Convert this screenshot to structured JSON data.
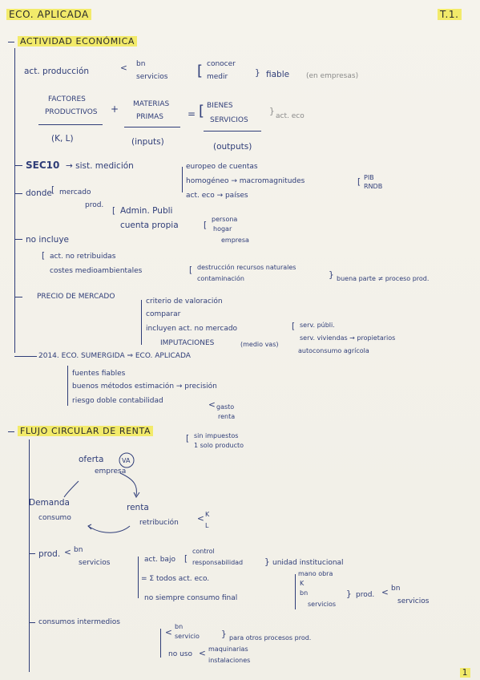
{
  "header": {
    "title": "ECO. APLICADA",
    "tag": "T.1."
  },
  "s1": {
    "title": "ACTIVIDAD ECONÓMICA",
    "act": "act. producción",
    "bn": "bn",
    "serv": "servicios",
    "conocer": "conocer",
    "medir": "medir",
    "fiable": "fiable",
    "empresas": "(en empresas)",
    "factores1": "FACTORES",
    "factores2": "PRODUCTIVOS",
    "plus": "+",
    "mat1": "MATERIAS",
    "mat2": "PRIMAS",
    "eq": "=",
    "bienes": "BIENES",
    "servicios_up": "SERVICIOS",
    "acteco": "act. eco",
    "kl": "(K, L)",
    "inputs": "(inputs)",
    "outputs": "(outputs)"
  },
  "sec": {
    "label": "SEC10",
    "arrow": "→ sist. medición",
    "europeo": "europeo de cuentas",
    "homog": "homogéneo → macromagnitudes",
    "pib": "PIB",
    "rnd": "RNDB",
    "acteco": "act. eco → países",
    "donde": "donde",
    "mercado": "mercado",
    "prod": "prod.",
    "admin": "Admin. Publi",
    "cuenta": "cuenta propia",
    "persona": "persona",
    "hogar": "hogar",
    "empresa": "empresa",
    "noinc": "no incluye",
    "noretr": "act. no retribuidas",
    "costes": "costes medioambientales",
    "destr": "destrucción recursos naturales",
    "cont": "contaminación",
    "buena": "buena parte ≠ proceso prod.",
    "precio": "PRECIO DE MERCADO",
    "criterio": "criterio de valoración",
    "comparar": "comparar",
    "incluyen": "incluyen act. no mercado",
    "servpub": "serv. públi.",
    "servviv": "serv. viviendas → propietarios",
    "imput": "IMPUTACIONES",
    "medio": "(medio vas)",
    "auto": "autoconsumo agrícola",
    "y2014": "2014. ECO. SUMERGIDA ⇒ ECO. APLICADA",
    "fuentes": "fuentes fiables",
    "buenos": "buenos métodos estimación → precisión",
    "riesgo": "riesgo doble contabilidad",
    "gasto": "gasto",
    "renta": "renta"
  },
  "s2": {
    "title": "FLUJO CIRCULAR DE RENTA",
    "sin1": "sin impuestos",
    "sin2": "1 solo producto",
    "oferta": "oferta",
    "va": "VA",
    "empresa": "empresa",
    "demanda": "Demanda",
    "consumo": "consumo",
    "renta": "renta",
    "retrib": "retribución",
    "k": "K",
    "l": "L",
    "prod": "prod.",
    "bn": "bn",
    "serv": "servicios",
    "actbajo": "act. bajo",
    "control": "control",
    "resp": "responsabilidad",
    "unidad": "unidad institucional",
    "sum": "= Σ todos act. eco.",
    "mano": "mano obra",
    "k2": "K",
    "bn2": "bn",
    "serv2": "servicios",
    "prod2": "prod.",
    "bn3": "bn",
    "serv3": "servicios",
    "nosiempre": "no siempre consumo final",
    "consumos": "consumos intermedios",
    "bn4": "bn",
    "serv4": "servicio",
    "para": "para otros procesos prod.",
    "nouso": "no uso",
    "maq": "maquinarias",
    "inst": "instalaciones"
  },
  "footer": {
    "page": "1"
  }
}
